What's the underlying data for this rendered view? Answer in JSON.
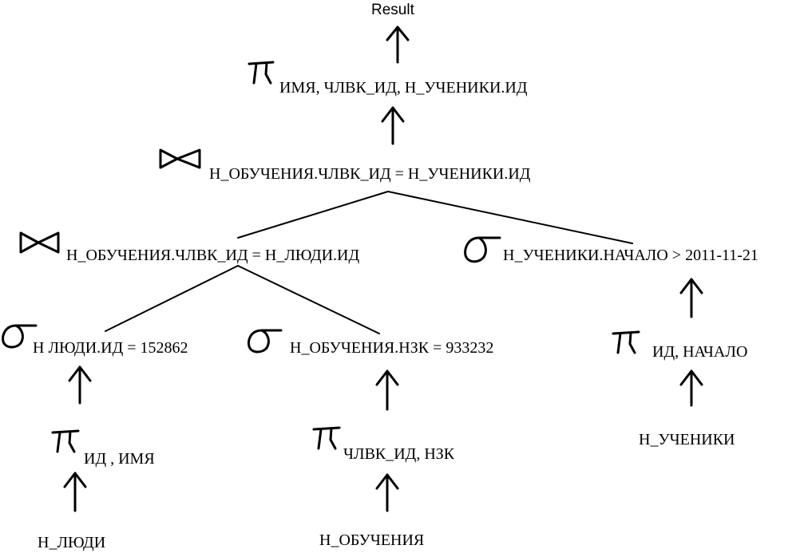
{
  "result": "Result",
  "projection_top": "ИМЯ, ЧЛВК_ИД, Н_УЧЕНИКИ.ИД",
  "join_top": "Н_ОБУЧЕНИЯ.ЧЛВК_ИД = Н_УЧЕНИКИ.ИД",
  "join_left": "Н_ОБУЧЕНИЯ.ЧЛВК_ИД = Н_ЛЮДИ.ИД",
  "select_right": "Н_УЧЕНИКИ.НАЧАЛО > 2011-11-21",
  "select_people": "Н  ЛЮДИ.ИД = 152862",
  "select_study": "Н_ОБУЧЕНИЯ.НЗК = 933232",
  "projection_students": "ИД, НАЧАЛО",
  "table_students": "Н_УЧЕНИКИ",
  "projection_people": "ИД , ИМЯ",
  "projection_study": "ЧЛВК_ИД, НЗК",
  "table_people": "Н_ЛЮДИ",
  "table_study": "Н_ОБУЧЕНИЯ"
}
